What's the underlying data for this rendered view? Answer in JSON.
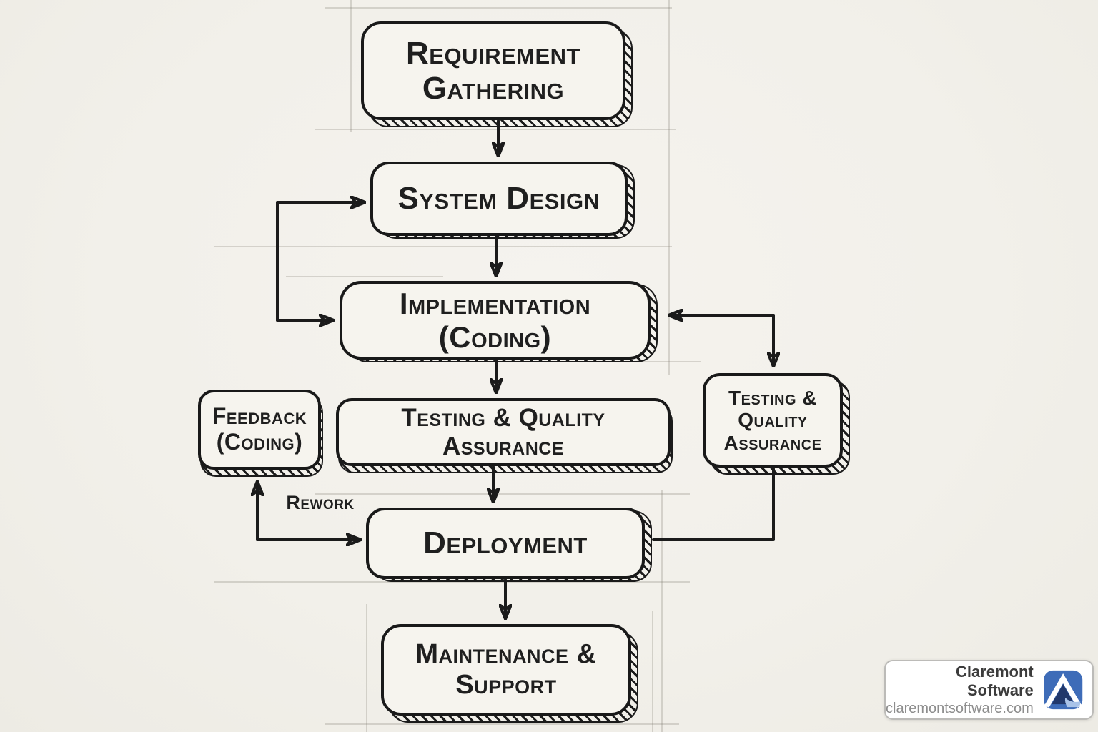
{
  "flowchart": {
    "nodes": {
      "requirement": {
        "label": "Requirement\nGathering"
      },
      "system_design": {
        "label": "System Design"
      },
      "implementation": {
        "label": "Implementation\n(Coding)"
      },
      "testing_center": {
        "label": "Testing & Quality Assurance"
      },
      "feedback": {
        "label": "Feedback\n(Coding)"
      },
      "testing_right": {
        "label": "Testing &\nQuality\nAssurance"
      },
      "deployment": {
        "label": "Deployment"
      },
      "maintenance": {
        "label": "Maintenance &\nSupport"
      }
    },
    "annotations": {
      "rework": "Rework"
    },
    "colors": {
      "ink": "#1b1b1b",
      "paper": "#f2f0ea",
      "box_fill": "#f6f4ee"
    }
  },
  "badge": {
    "title": "Claremont Software",
    "url": "claremontsoftware.com",
    "logo_icon": "mountain-peak-icon",
    "colors": {
      "logo_blue": "#3e6cb8",
      "logo_navy": "#21386b",
      "logo_light": "#a9c3e8",
      "logo_white": "#ffffff"
    }
  }
}
